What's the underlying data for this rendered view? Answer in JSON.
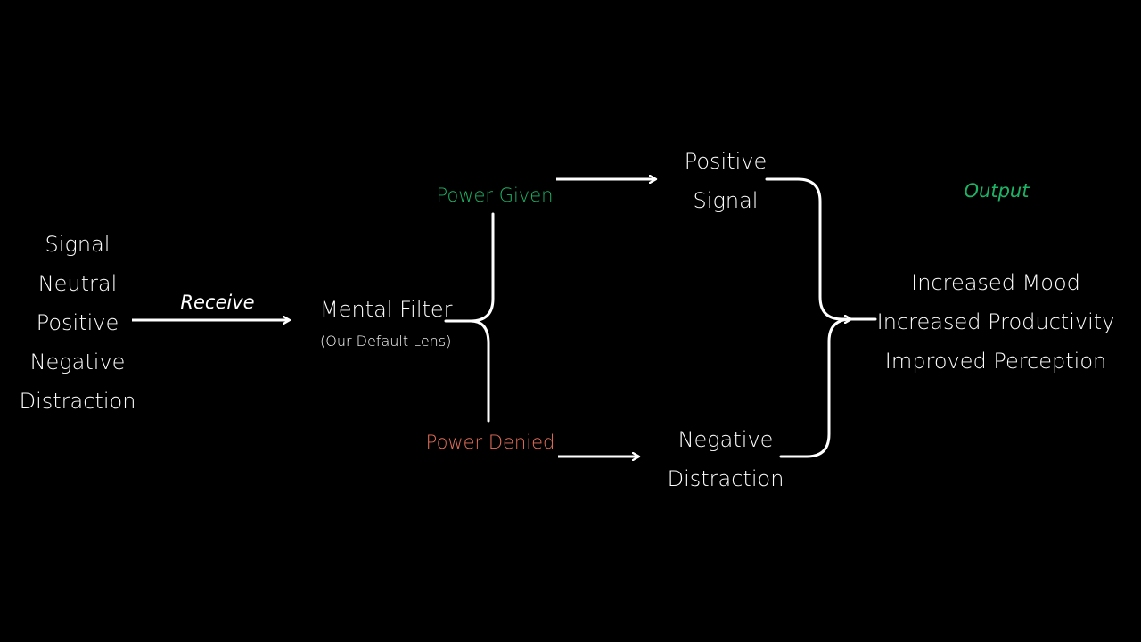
{
  "colors": {
    "background": "#000000",
    "text": "#ffffff",
    "power_given": "#1db365",
    "power_denied": "#e8705a",
    "output_label": "#1db365"
  },
  "inputs": {
    "items": [
      "Signal",
      "Neutral",
      "Positive",
      "Negative",
      "Distraction"
    ]
  },
  "receive_label": "Receive",
  "filter": {
    "title": "Mental Filter",
    "subtitle": "(Our Default Lens)"
  },
  "branches": {
    "given": "Power Given",
    "denied": "Power Denied"
  },
  "results": {
    "positive": [
      "Positive",
      "Signal"
    ],
    "negative": [
      "Negative",
      "Distraction"
    ]
  },
  "output": {
    "label": "Output",
    "items": [
      "Increased Mood",
      "Increased Productivity",
      "Improved Perception"
    ]
  }
}
